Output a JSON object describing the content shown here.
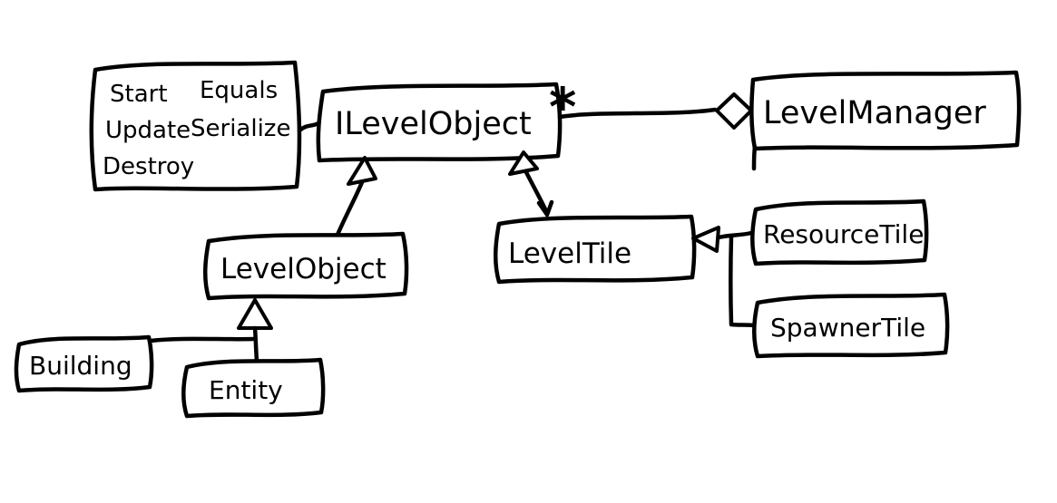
{
  "diagram": {
    "type": "uml-class-diagram",
    "style": "hand-drawn-sketch",
    "background_color": "#ffffff",
    "ink_color": "#000000",
    "nodes": {
      "methods_note": {
        "column1": [
          "Start",
          "Update",
          "Destroy"
        ],
        "column2": [
          "Equals",
          "Serialize"
        ],
        "attached_to": "ILevelObject"
      },
      "ilevelobject": {
        "label": "ILevelObject"
      },
      "levelmanager": {
        "label": "LevelManager"
      },
      "levelobject": {
        "label": "LevelObject"
      },
      "leveltile": {
        "label": "LevelTile"
      },
      "resourcetile": {
        "label": "ResourceTile"
      },
      "spawnertile": {
        "label": "SpawnerTile"
      },
      "building": {
        "label": "Building"
      },
      "entity": {
        "label": "Entity"
      }
    },
    "aggregation": {
      "from": "ILevelObject",
      "to": "LevelManager",
      "multiplicity": "*",
      "diamond": "hollow"
    },
    "edges": [
      {
        "from": "ILevelObject",
        "to": "LevelManager",
        "type": "aggregation",
        "multiplicity": "*"
      },
      {
        "from": "LevelObject",
        "to": "ILevelObject",
        "type": "inheritance"
      },
      {
        "from": "LevelTile",
        "to": "ILevelObject",
        "type": "inheritance"
      },
      {
        "from": "ResourceTile",
        "to": "LevelTile",
        "type": "inheritance"
      },
      {
        "from": "SpawnerTile",
        "to": "LevelTile",
        "type": "inheritance"
      },
      {
        "from": "Building",
        "to": "LevelObject",
        "type": "inheritance"
      },
      {
        "from": "Entity",
        "to": "LevelObject",
        "type": "inheritance"
      },
      {
        "from": "methods_note",
        "to": "ILevelObject",
        "type": "note-connector"
      }
    ]
  }
}
